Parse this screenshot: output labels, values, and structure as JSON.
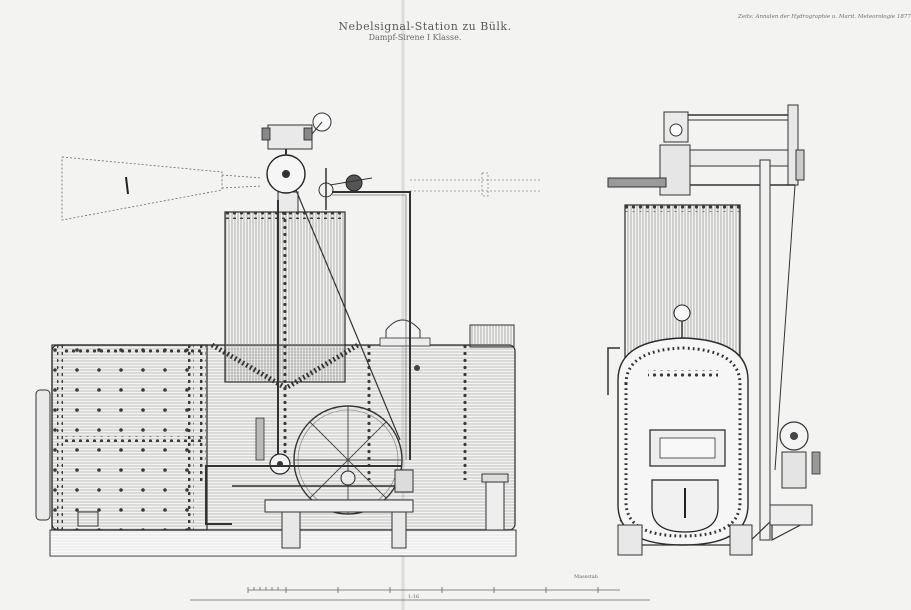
{
  "plate": {
    "title": "Nebelsignal-Station zu Bülk.",
    "subtitle": "Dampf-Sirene I Klasse.",
    "header_note": "Zeits: Annalen der Hydrographie u. Marit. Meteorologie 1877",
    "scale_label": "Massstab",
    "scale_marker": "1:16"
  },
  "colors": {
    "paper": "#f3f3f1",
    "ink": "#2a2a2a",
    "hatch": "#9a9a9a",
    "light_ink": "#b5b5b5"
  }
}
